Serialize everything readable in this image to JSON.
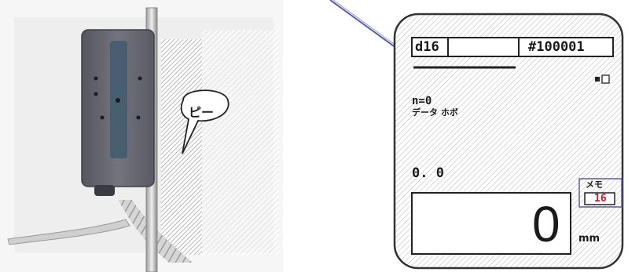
{
  "bubble": {
    "text": "ピー"
  },
  "display": {
    "id_label": "d16",
    "serial": "#100001",
    "battery_icon": "battery-icon",
    "count": "n=0",
    "status": "データ ホボ",
    "measurement": "0. 0",
    "memo_label": "メモ",
    "memo_value": "16",
    "main_value": "0",
    "unit": "mm"
  },
  "colors": {
    "hatch": "#7a7a7a",
    "device_body": "#6b6b78",
    "device_led": "#2a5d7a",
    "leader_line": "#5a5aa8",
    "memo_value": "#c0202a",
    "memo_box": "#5a5aa8"
  }
}
